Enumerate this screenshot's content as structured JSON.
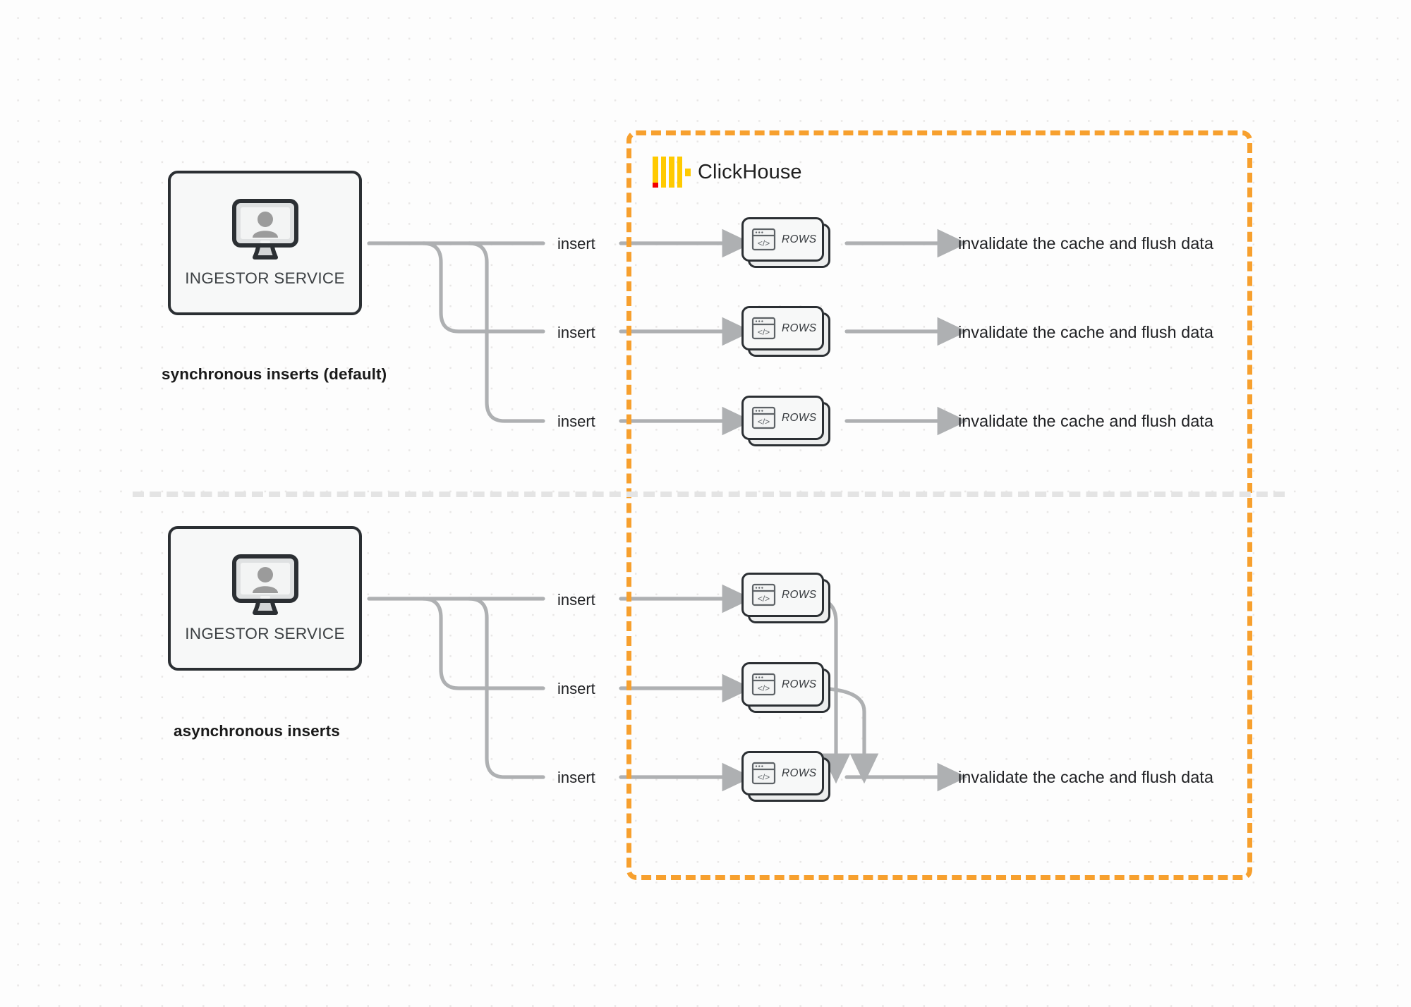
{
  "diagram": {
    "title": "ClickHouse synchronous vs asynchronous inserts",
    "background_color": "#fdfdfd",
    "accent_color": "#f7a02e",
    "wire_color": "#aeb0b2",
    "node_border_color": "#2b2f33"
  },
  "clickhouse": {
    "logo_name": "clickhouse-logo",
    "brand": "ClickHouse",
    "brand_yellow": "#ffca00",
    "brand_red": "#f30000",
    "border_color": "#f7a02e"
  },
  "sections": [
    {
      "id": "synchronous",
      "mode_label": "synchronous inserts (default)",
      "source": {
        "label": "INGESTOR SERVICE",
        "icon": "monitor-user-icon"
      },
      "edges": [
        {
          "label": "insert"
        },
        {
          "label": "insert"
        },
        {
          "label": "insert"
        }
      ],
      "nodes": [
        {
          "label": "ROWS",
          "icon": "code-window-icon"
        },
        {
          "label": "ROWS",
          "icon": "code-window-icon"
        },
        {
          "label": "ROWS",
          "icon": "code-window-icon"
        }
      ],
      "outputs": [
        {
          "label": "invalidate the cache and flush data"
        },
        {
          "label": "invalidate the cache and flush data"
        },
        {
          "label": "invalidate the cache and flush data"
        }
      ]
    },
    {
      "id": "asynchronous",
      "mode_label": "asynchronous inserts",
      "source": {
        "label": "INGESTOR SERVICE",
        "icon": "monitor-user-icon"
      },
      "edges": [
        {
          "label": "insert"
        },
        {
          "label": "insert"
        },
        {
          "label": "insert"
        }
      ],
      "nodes": [
        {
          "label": "ROWS",
          "icon": "code-window-icon"
        },
        {
          "label": "ROWS",
          "icon": "code-window-icon"
        },
        {
          "label": "ROWS",
          "icon": "code-window-icon"
        }
      ],
      "outputs": [
        {
          "label": "invalidate the cache and flush data"
        }
      ]
    }
  ]
}
